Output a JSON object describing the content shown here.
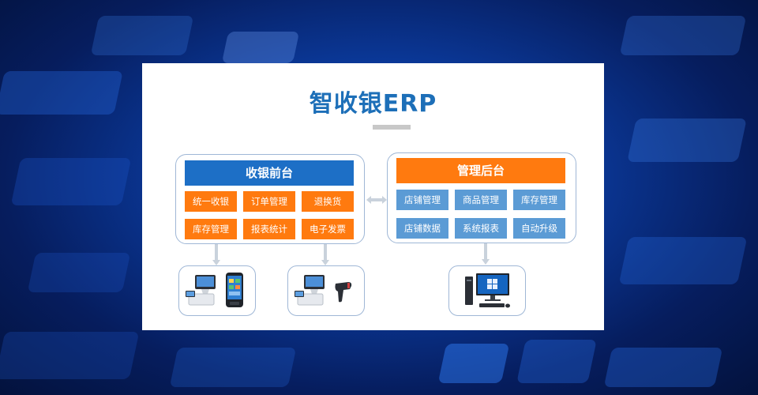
{
  "title": "智收银ERP",
  "cashier": {
    "header": "收银前台",
    "items": [
      "统一收银",
      "订单管理",
      "退换货",
      "库存管理",
      "报表统计",
      "电子发票"
    ]
  },
  "backend": {
    "header": "管理后台",
    "items": [
      "店铺管理",
      "商品管理",
      "库存管理",
      "店铺数据",
      "系统报表",
      "自动升级"
    ]
  },
  "colors": {
    "title": "#1d6fb8",
    "blue_header": "#1d6fc6",
    "orange": "#ff7a0f",
    "light_blue": "#5b9bd5",
    "border": "#9fb7d6"
  },
  "icons": [
    "pos-terminal-icon",
    "smartphone-icon",
    "barcode-scanner-icon",
    "desktop-computer-icon"
  ]
}
